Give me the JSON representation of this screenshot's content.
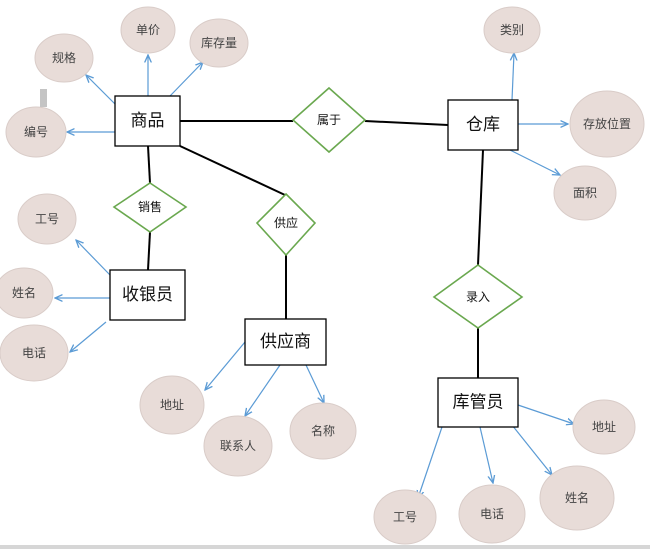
{
  "entities": {
    "goods": "商品",
    "warehouse": "仓库",
    "cashier": "收银员",
    "supplier": "供应商",
    "keeper": "库管员"
  },
  "relationships": {
    "belongs": "属于",
    "sales": "销售",
    "supply": "供应",
    "entry": "录入"
  },
  "attributes": {
    "goods_spec": "规格",
    "goods_price": "单价",
    "goods_stock": "库存量",
    "goods_id": "编号",
    "wh_category": "类别",
    "wh_location": "存放位置",
    "wh_area": "面积",
    "cashier_no": "工号",
    "cashier_name": "姓名",
    "cashier_phone": "电话",
    "supplier_address": "地址",
    "supplier_contact": "联系人",
    "supplier_name": "名称",
    "keeper_address": "地址",
    "keeper_name": "姓名",
    "keeper_phone": "电话",
    "keeper_no": "工号"
  },
  "colors": {
    "relationship_border": "#6aa84f",
    "attribute_fill": "#e8dcd8",
    "attribute_link": "#5b9bd5",
    "entity_border": "#000000"
  }
}
